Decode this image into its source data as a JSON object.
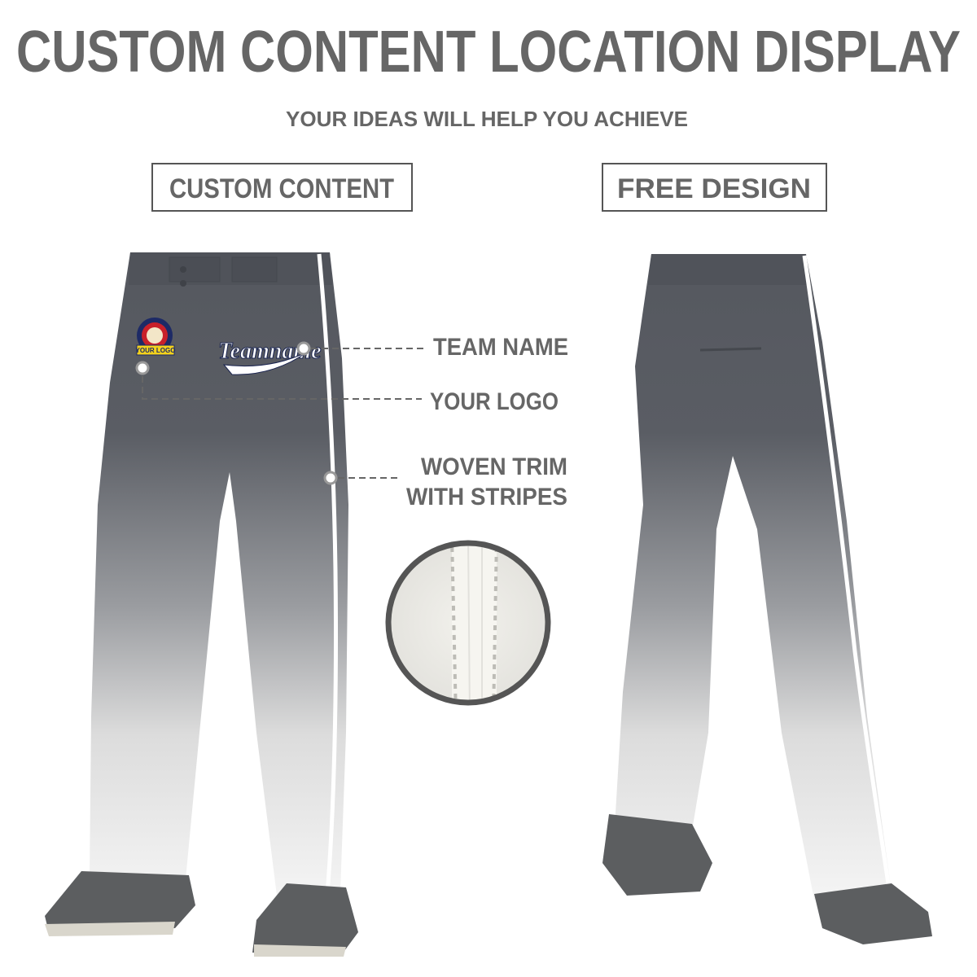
{
  "header": {
    "title": "CUSTOM CONTENT LOCATION DISPLAY",
    "subtitle": "YOUR IDEAS WILL HELP YOU ACHIEVE"
  },
  "boxes": {
    "left": "CUSTOM CONTENT",
    "right": "FREE DESIGN"
  },
  "callouts": {
    "team_name": "TEAM NAME",
    "your_logo": "YOUR LOGO",
    "trim_line1": "WOVEN TRIM",
    "trim_line2": "WITH STRIPES"
  },
  "product": {
    "team_text": "Teamname",
    "logo_text": "YOUR LOGO",
    "colors": {
      "pant_top": "#55585f",
      "pant_bottom": "#f2f2f2",
      "piping": "#ffffff",
      "shoe": "#5c5e60",
      "text": "#666666"
    }
  }
}
